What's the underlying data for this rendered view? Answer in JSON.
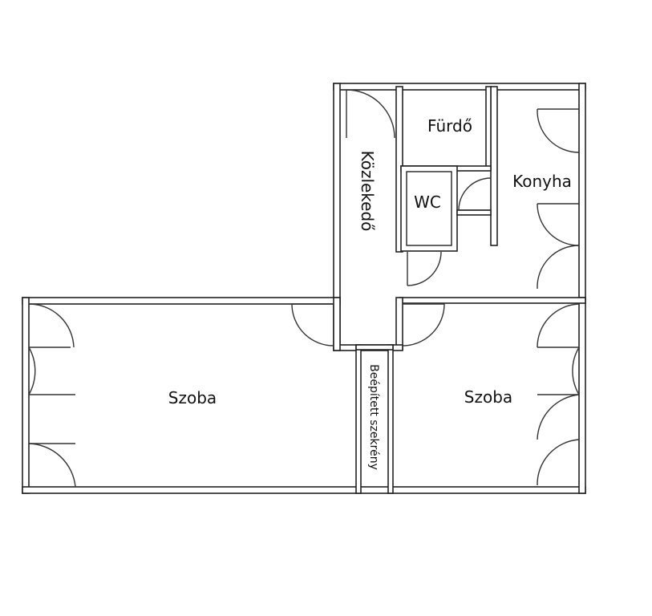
{
  "rooms": {
    "furdo": "Fürdő",
    "wc": "WC",
    "konyha": "Konyha",
    "kozlekedo": "Közlekedő",
    "szoba_left": "Szoba",
    "szoba_right": "Szoba",
    "closet": "Beépített szekrény"
  },
  "colors": {
    "wall_stroke": "#222222",
    "background": "#ffffff"
  }
}
